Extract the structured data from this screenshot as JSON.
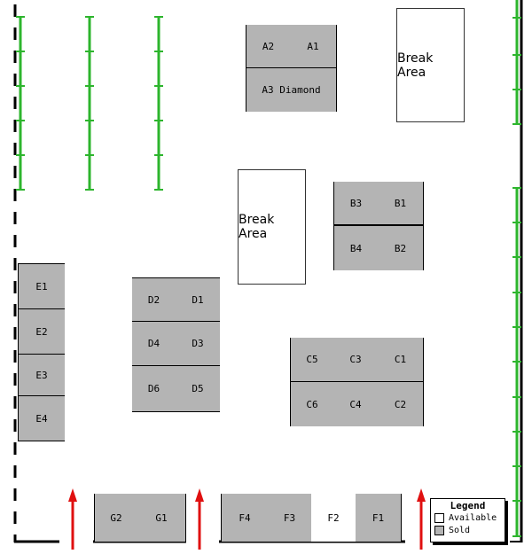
{
  "title": "Floor Plan",
  "colors": {
    "sold": "#b4b4b4",
    "available": "#ffffff",
    "wall": "#000000",
    "green_rail": "#2db52d",
    "arrow": "#e01010"
  },
  "break_areas": [
    {
      "id": "break-top",
      "label": "Break Area"
    },
    {
      "id": "break-center",
      "label": "Break Area"
    }
  ],
  "booths": {
    "A": [
      {
        "label": "A2",
        "status": "sold"
      },
      {
        "label": "A1",
        "status": "sold"
      },
      {
        "label": "A3 Diamond",
        "status": "sold"
      }
    ],
    "B": [
      {
        "label": "B3",
        "status": "sold"
      },
      {
        "label": "B1",
        "status": "sold"
      },
      {
        "label": "B4",
        "status": "sold"
      },
      {
        "label": "B2",
        "status": "sold"
      }
    ],
    "C": [
      {
        "label": "C5",
        "status": "sold"
      },
      {
        "label": "C3",
        "status": "sold"
      },
      {
        "label": "C1",
        "status": "sold"
      },
      {
        "label": "C6",
        "status": "sold"
      },
      {
        "label": "C4",
        "status": "sold"
      },
      {
        "label": "C2",
        "status": "sold"
      }
    ],
    "D": [
      {
        "label": "D2",
        "status": "sold"
      },
      {
        "label": "D1",
        "status": "sold"
      },
      {
        "label": "D4",
        "status": "sold"
      },
      {
        "label": "D3",
        "status": "sold"
      },
      {
        "label": "D6",
        "status": "sold"
      },
      {
        "label": "D5",
        "status": "sold"
      }
    ],
    "E": [
      {
        "label": "E1",
        "status": "sold"
      },
      {
        "label": "E2",
        "status": "sold"
      },
      {
        "label": "E3",
        "status": "sold"
      },
      {
        "label": "E4",
        "status": "sold"
      }
    ],
    "F": [
      {
        "label": "F4",
        "status": "sold"
      },
      {
        "label": "F3",
        "status": "sold"
      },
      {
        "label": "F2",
        "status": "available"
      },
      {
        "label": "F1",
        "status": "sold"
      }
    ],
    "G": [
      {
        "label": "G2",
        "status": "sold"
      },
      {
        "label": "G1",
        "status": "sold"
      }
    ]
  },
  "legend": {
    "title": "Legend",
    "items": [
      {
        "label": "Available",
        "status": "available"
      },
      {
        "label": "Sold",
        "status": "sold"
      }
    ]
  }
}
